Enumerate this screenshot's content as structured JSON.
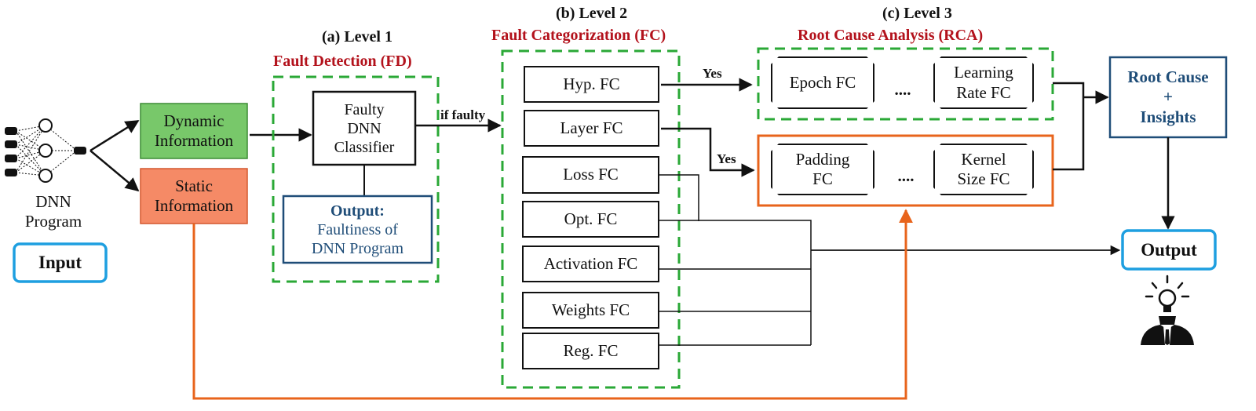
{
  "input": {
    "dnn_program_label": "DNN\nProgram",
    "input_label": "Input",
    "dynamic_info": "Dynamic\nInformation",
    "static_info": "Static\nInformation"
  },
  "level1": {
    "title": "(a) Level 1",
    "subtitle": "Fault Detection (FD)",
    "classifier": "Faulty\nDNN\nClassifier",
    "output_heading": "Output:",
    "output_text": "Faultiness of\nDNN Program",
    "edge_label": "if faulty"
  },
  "level2": {
    "title": "(b) Level 2",
    "subtitle": "Fault Categorization (FC)",
    "items": [
      "Hyp. FC",
      "Layer FC",
      "Loss FC",
      "Opt. FC",
      "Activation FC",
      "Weights FC",
      "Reg. FC"
    ]
  },
  "level3": {
    "title": "(c) Level 3",
    "subtitle": "Root Cause Analysis (RCA)",
    "yes_label": "Yes",
    "hyp_group": [
      "Epoch FC",
      "....",
      "Learning\nRate FC"
    ],
    "layer_group": [
      "Padding\nFC",
      "....",
      "Kernel\nSize FC"
    ]
  },
  "result": {
    "root_cause": "Root Cause\n+\nInsights",
    "output": "Output"
  },
  "colors": {
    "green_fill": "#78c86a",
    "orange_fill": "#f58a66",
    "green_dash": "#2aa836",
    "orange_line": "#e8641c",
    "blue_border": "#1e9fe0",
    "navy": "#1f4d78",
    "title_red": "#b3121c"
  }
}
